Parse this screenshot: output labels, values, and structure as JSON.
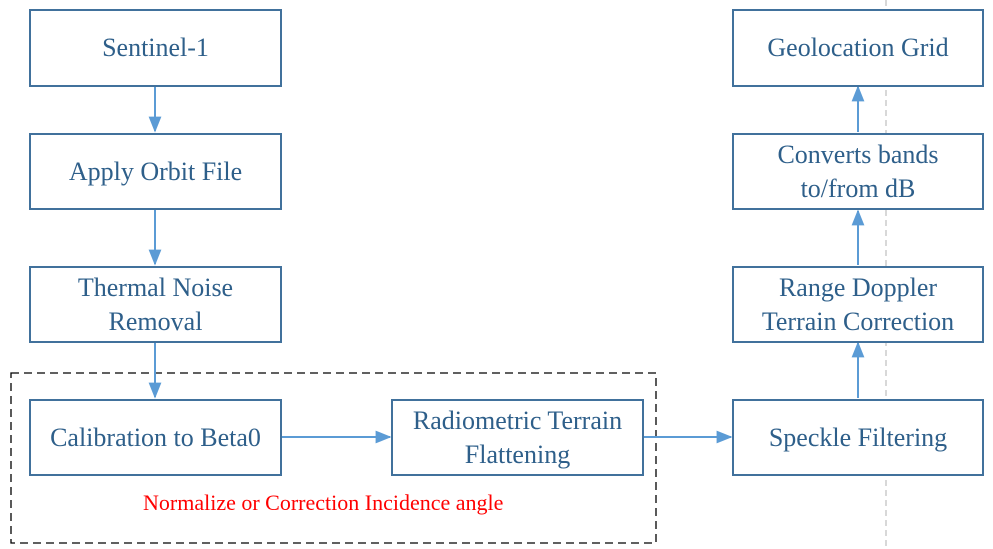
{
  "boxes": {
    "sentinel": "Sentinel-1",
    "orbit": "Apply Orbit File",
    "noise": "Thermal Noise\nRemoval",
    "calibration": "Calibration to Beta0",
    "terrain_flattening": "Radiometric Terrain\nFlattening",
    "speckle": "Speckle Filtering",
    "range_doppler": "Range Doppler\nTerrain Correction",
    "db": "Converts bands\nto/from dB",
    "geolocation": "Geolocation Grid"
  },
  "group_caption": "Normalize or Correction Incidence angle",
  "colors": {
    "box_border": "#41719c",
    "box_text": "#2e5f8a",
    "arrow": "#5b9bd5",
    "caption": "#ff0000",
    "dashed_group": "#000000",
    "divider": "#bfbfbf"
  }
}
